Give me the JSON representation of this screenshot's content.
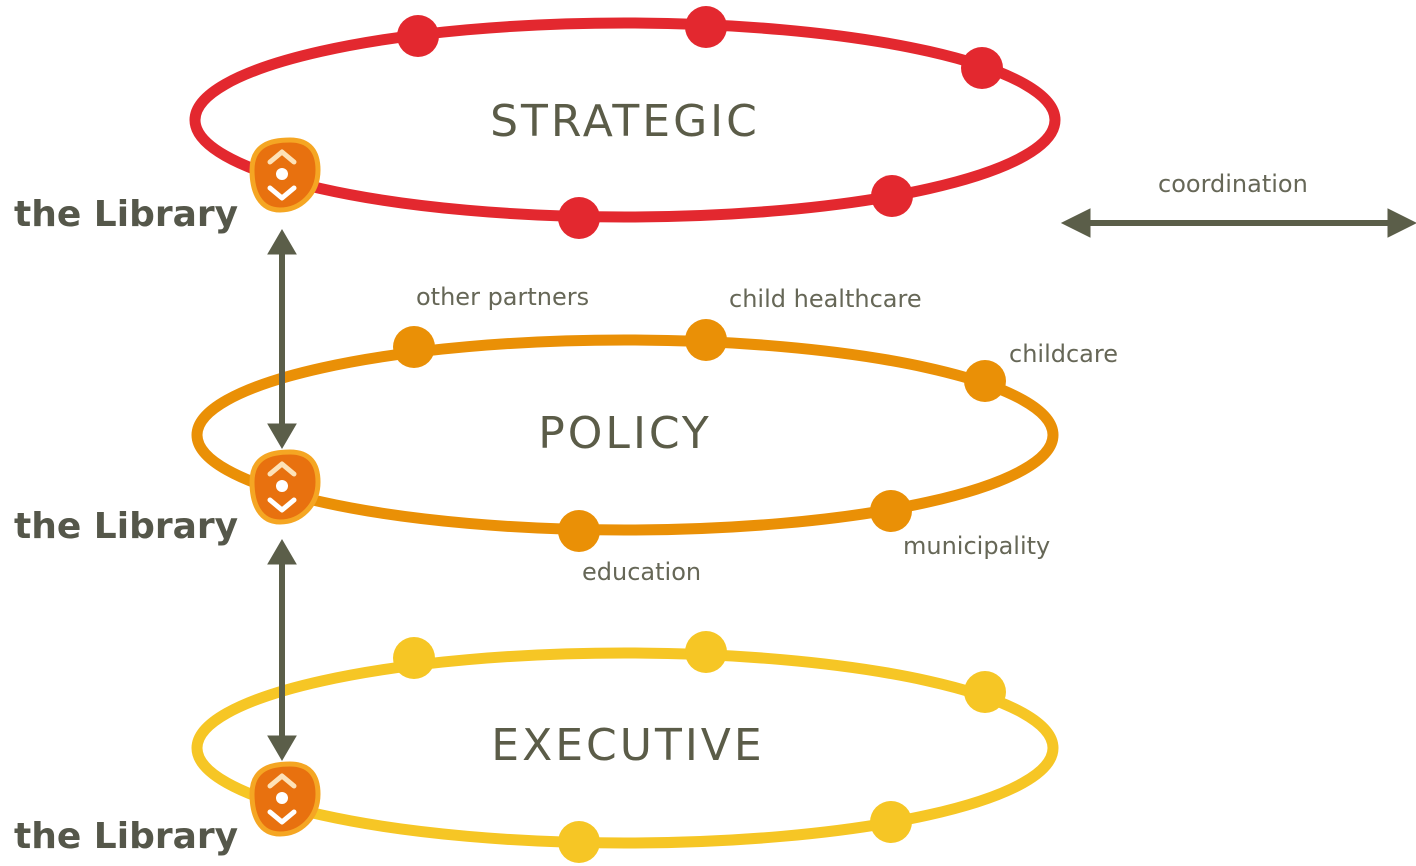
{
  "levels": [
    {
      "title": "STRATEGIC",
      "color": "#e3282f"
    },
    {
      "title": "POLICY",
      "color": "#ea9006"
    },
    {
      "title": "EXECUTIVE",
      "color": "#f6c625"
    }
  ],
  "library_label": "the Library",
  "partners": {
    "other_partners": "other partners",
    "child_healthcare": "child healthcare",
    "childcare": "childcare",
    "education": "education",
    "municipality": "municipality"
  },
  "coordination": "coordination",
  "colors": {
    "arrow": "#5b5e49",
    "logo_fill": "#e8710f",
    "logo_border": "#f5a623",
    "text": "#5b5c48"
  },
  "icons": {
    "library_logo": "library-logo-icon",
    "vertical_arrow": "double-arrow-vertical-icon",
    "horizontal_arrow": "double-arrow-horizontal-icon"
  }
}
